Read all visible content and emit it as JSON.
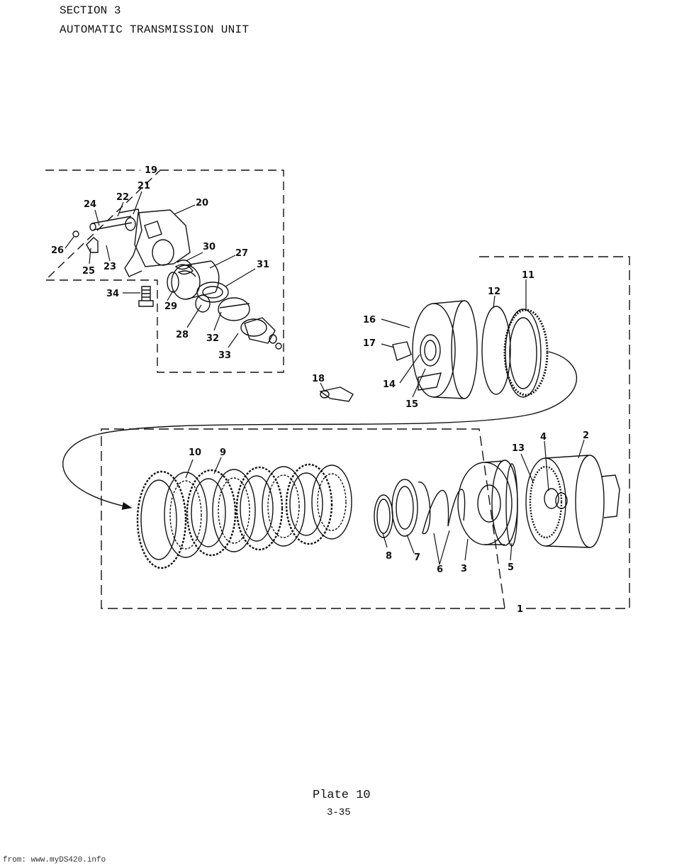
{
  "header": {
    "section": "SECTION 3",
    "title": "AUTOMATIC TRANSMISSION UNIT"
  },
  "callouts": {
    "c1": "1",
    "c2": "2",
    "c3": "3",
    "c4": "4",
    "c5": "5",
    "c6": "6",
    "c7": "7",
    "c8": "8",
    "c9": "9",
    "c10": "10",
    "c11": "11",
    "c12": "12",
    "c13": "13",
    "c14": "14",
    "c15": "15",
    "c16": "16",
    "c17": "17",
    "c18": "18",
    "c19": "19",
    "c20": "20",
    "c21": "21",
    "c22": "22",
    "c23": "23",
    "c24": "24",
    "c25": "25",
    "c26": "26",
    "c27": "27",
    "c28": "28",
    "c29": "29",
    "c30": "30",
    "c31": "31",
    "c32": "32",
    "c33": "33",
    "c34": "34"
  },
  "footer": {
    "plate": "Plate 10",
    "page": "3-35",
    "source": "from: www.myDS420.info"
  }
}
